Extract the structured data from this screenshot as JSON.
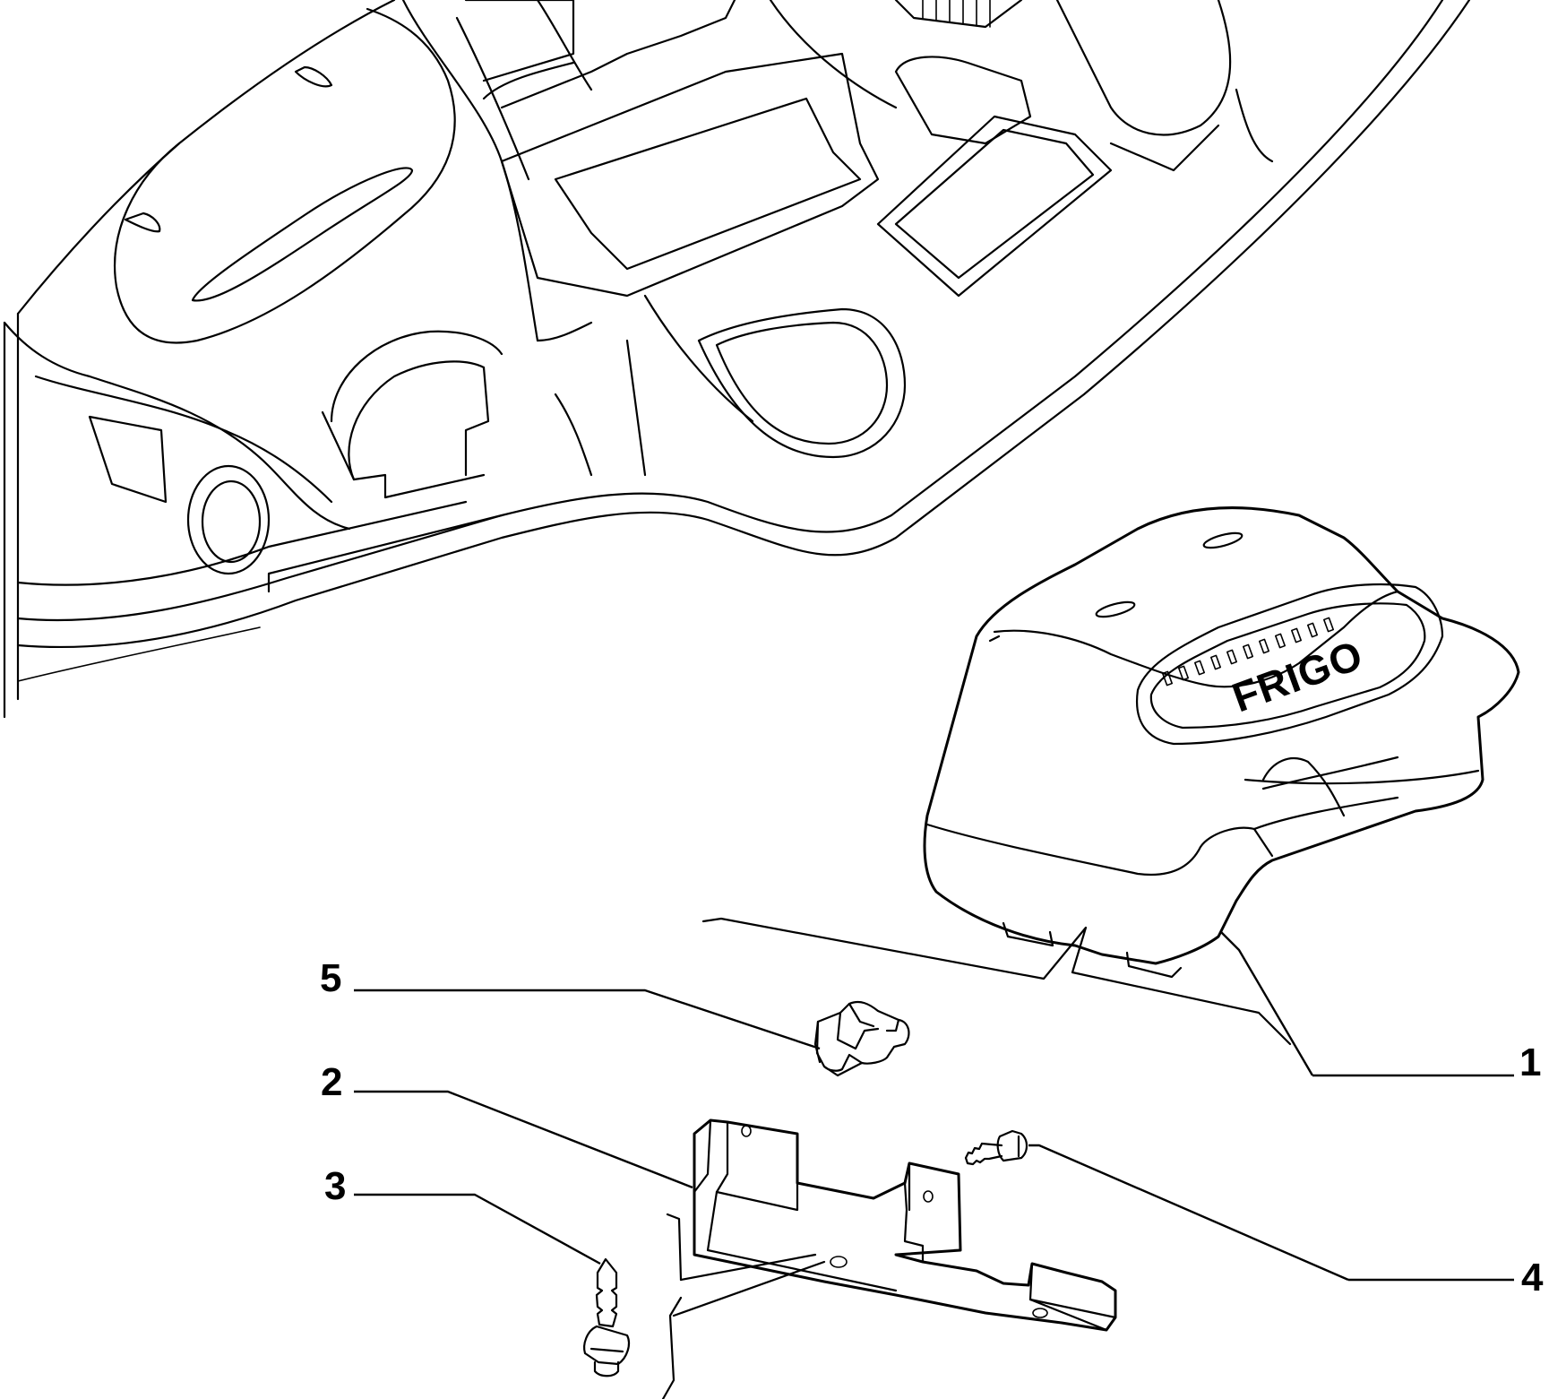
{
  "diagram": {
    "unit_label": "FRIGO",
    "callouts": [
      {
        "id": "1",
        "label": "1"
      },
      {
        "id": "2",
        "label": "2"
      },
      {
        "id": "3",
        "label": "3"
      },
      {
        "id": "4",
        "label": "4"
      },
      {
        "id": "5",
        "label": "5"
      }
    ]
  }
}
